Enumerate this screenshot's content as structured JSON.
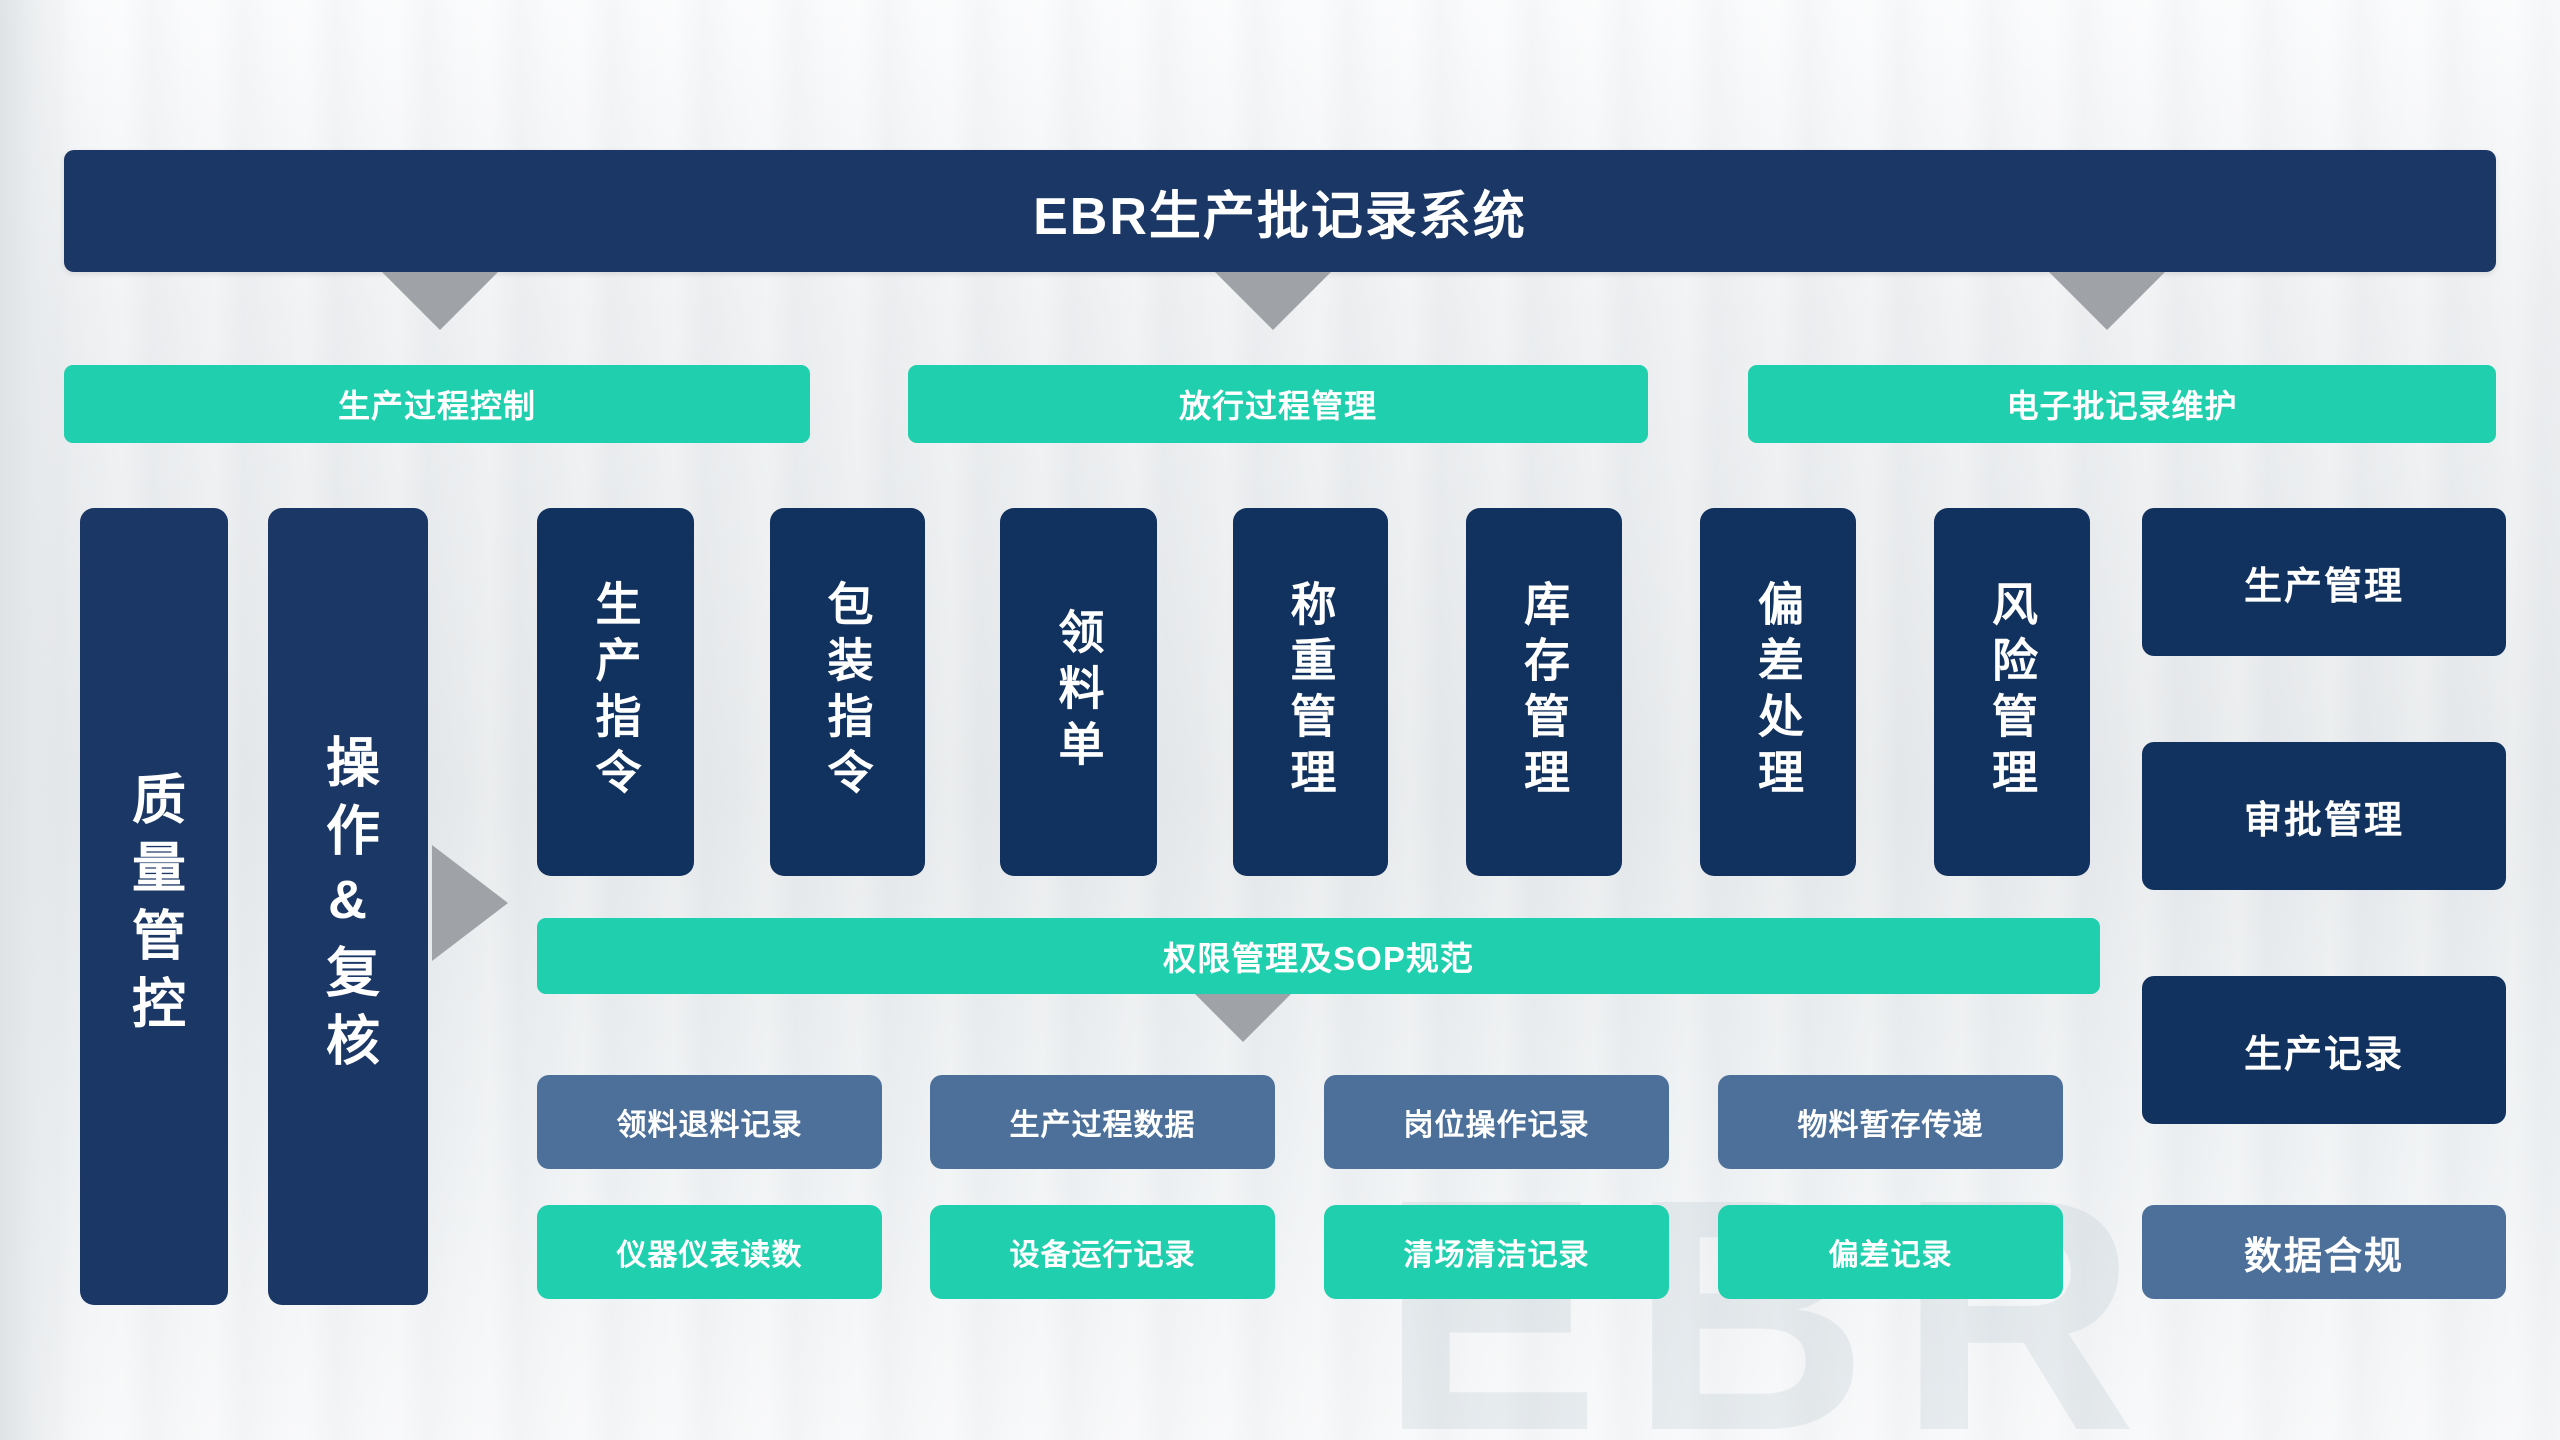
{
  "header": {
    "title": "EBR生产批记录系统"
  },
  "watermark": "EBR",
  "sections": [
    {
      "label": "生产过程控制"
    },
    {
      "label": "放行过程管理"
    },
    {
      "label": "电子批记录维护"
    }
  ],
  "left_columns": [
    {
      "label": "质量管控"
    },
    {
      "label": "操作&复核"
    }
  ],
  "modules": [
    {
      "label": "生产指令"
    },
    {
      "label": "包装指令"
    },
    {
      "label": "领料单"
    },
    {
      "label": "称重管理"
    },
    {
      "label": "库存管理"
    },
    {
      "label": "偏差处理"
    },
    {
      "label": "风险管理"
    }
  ],
  "sop_bar": {
    "label": "权限管理及SOP规范"
  },
  "records": {
    "row1": [
      {
        "label": "领料退料记录"
      },
      {
        "label": "生产过程数据"
      },
      {
        "label": "岗位操作记录"
      },
      {
        "label": "物料暂存传递"
      }
    ],
    "row2": [
      {
        "label": "仪器仪表读数"
      },
      {
        "label": "设备运行记录"
      },
      {
        "label": "清场清洁记录"
      },
      {
        "label": "偏差记录"
      }
    ]
  },
  "right_stack": [
    {
      "label": "生产管理"
    },
    {
      "label": "审批管理"
    },
    {
      "label": "生产记录"
    },
    {
      "label": "数据合规"
    }
  ],
  "colors": {
    "navy_dark": "#1b3765",
    "navy_card": "#11315e",
    "teal": "#1fcfae",
    "slate": "#4c7099",
    "arrow_gray": "#9fa3a7"
  }
}
